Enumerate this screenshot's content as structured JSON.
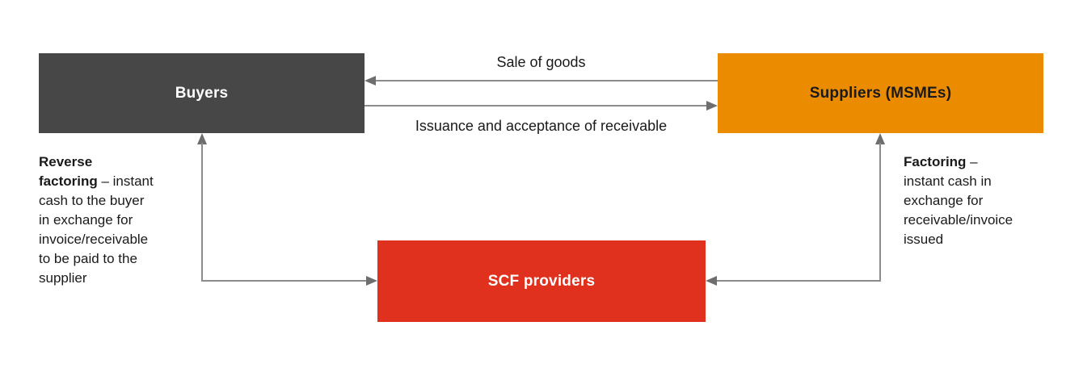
{
  "diagram": {
    "background_color": "#ffffff",
    "nodes": {
      "buyers": {
        "label": "Buyers",
        "bg_color": "#474747",
        "text_color": "#ffffff"
      },
      "suppliers": {
        "label": "Suppliers (MSMEs)",
        "bg_color": "#EB8C00",
        "text_color": "#1a1a1a"
      },
      "scf_providers": {
        "label": "SCF providers",
        "bg_color": "#E0301E",
        "text_color": "#ffffff"
      }
    },
    "flow_labels": {
      "sale_of_goods": "Sale of goods",
      "issuance": "Issuance and acceptance of receivable"
    },
    "annotations": {
      "reverse_factoring": {
        "lines": [
          {
            "bold": "Reverse",
            "rest": ""
          },
          {
            "bold": "factoring",
            "rest": " – instant"
          },
          {
            "bold": "",
            "rest": "cash to the buyer"
          },
          {
            "bold": "",
            "rest": "in exchange for"
          },
          {
            "bold": "",
            "rest": "invoice/receivable"
          },
          {
            "bold": "",
            "rest": "to be paid to the"
          },
          {
            "bold": "",
            "rest": "supplier"
          }
        ]
      },
      "factoring": {
        "lines": [
          {
            "bold": "Factoring",
            "rest": " –"
          },
          {
            "bold": "",
            "rest": "instant cash in"
          },
          {
            "bold": "",
            "rest": "exchange for"
          },
          {
            "bold": "",
            "rest": "receivable/invoice"
          },
          {
            "bold": "",
            "rest": "issued"
          }
        ]
      }
    },
    "connector_color": "#8c8c8c",
    "arrowhead_color": "#6e6e6e"
  }
}
